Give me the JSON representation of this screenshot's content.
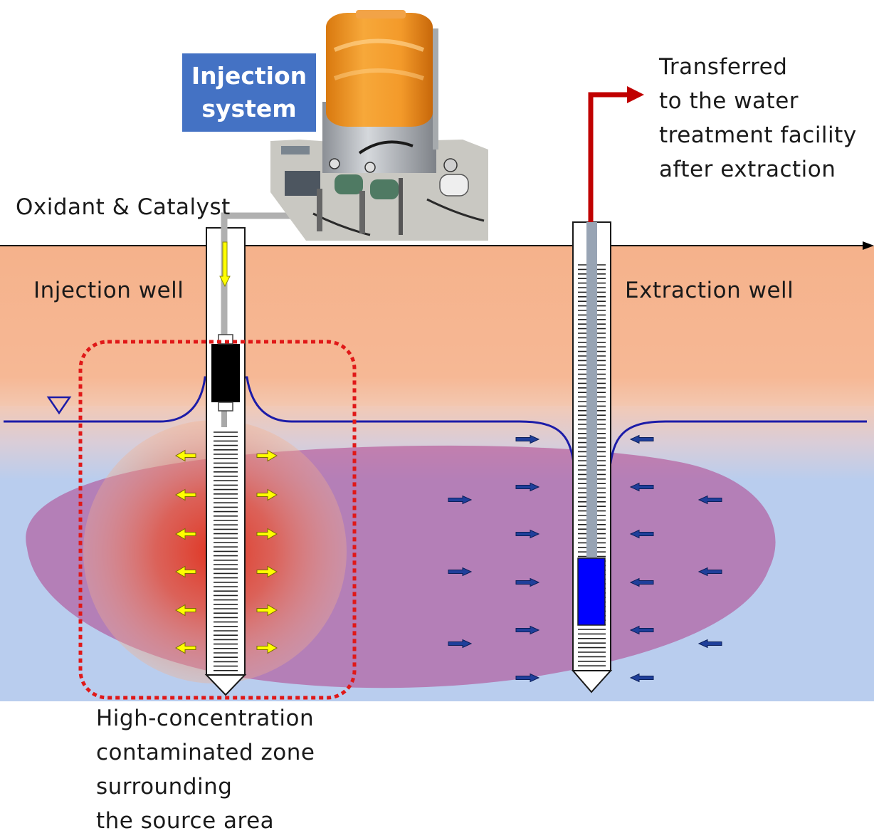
{
  "injection_system": {
    "line1": "Injection",
    "line2": "system"
  },
  "labels": {
    "oxidant_catalyst": "Oxidant & Catalyst",
    "injection_well": "Injection well",
    "extraction_well": "Extraction well",
    "transferred": [
      "Transferred",
      "to the water",
      "treatment facility",
      "after extraction"
    ],
    "high_concentration": [
      "High-concentration",
      "contaminated zone",
      "surrounding",
      "the source area"
    ]
  },
  "colors": {
    "vadose_zone": "#f6b58e",
    "saturated_zone": "#b9cdee",
    "plume": "#b0408a",
    "hotspot": "#e0341a",
    "water_table": "#1c1ca8",
    "source_zone_outline": "#e01818",
    "extraction_pipe": "#c00000",
    "injection_arrow": "#ffff00",
    "flow_arrow": "#1f3f9a",
    "pump": "#0000ff",
    "packer": "#000000",
    "tank": "#f39a2a"
  },
  "icons": [
    "water-table-triangle-icon",
    "injection-arrow-icon",
    "groundwater-flow-arrow-icon",
    "discharge-arrow-icon"
  ]
}
